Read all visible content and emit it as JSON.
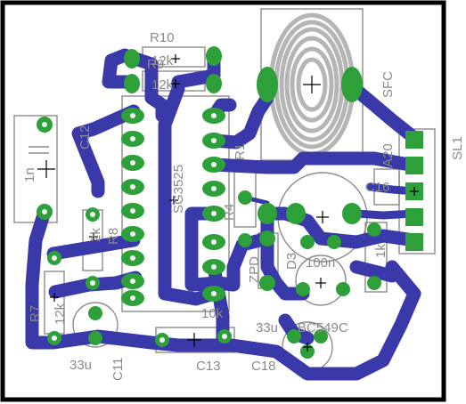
{
  "board": {
    "label_R10": "R10",
    "label_R9": "R9",
    "label_12k_a": "12k",
    "label_12k_b": "12k",
    "label_C12": "C12",
    "label_1n": "1n",
    "label_IC": "SG3525",
    "label_R8": "R8",
    "label_2k": "2k",
    "label_10k": "10k",
    "label_R7": "R7",
    "label_12k_c": "12k",
    "label_33u_a": "33u",
    "label_C11": "C11",
    "label_C13": "C13",
    "label_C18": "C18",
    "label_33u_b": "33u",
    "label_BC": "BC549C",
    "label_D3": "D3",
    "label_100n": "100n",
    "label_ZPD": "ZPD",
    "label_SFC": "SFC",
    "label_A20": "A20",
    "label_C16": "C16",
    "label_1k": "1k",
    "label_SL1": "SL1",
    "label_R1": "R1",
    "label_R4": "R4"
  },
  "colors": {
    "trace": "#3a39a9",
    "pad": "#2ea03a",
    "silk": "#8c8c8c",
    "outline": "#000000"
  }
}
